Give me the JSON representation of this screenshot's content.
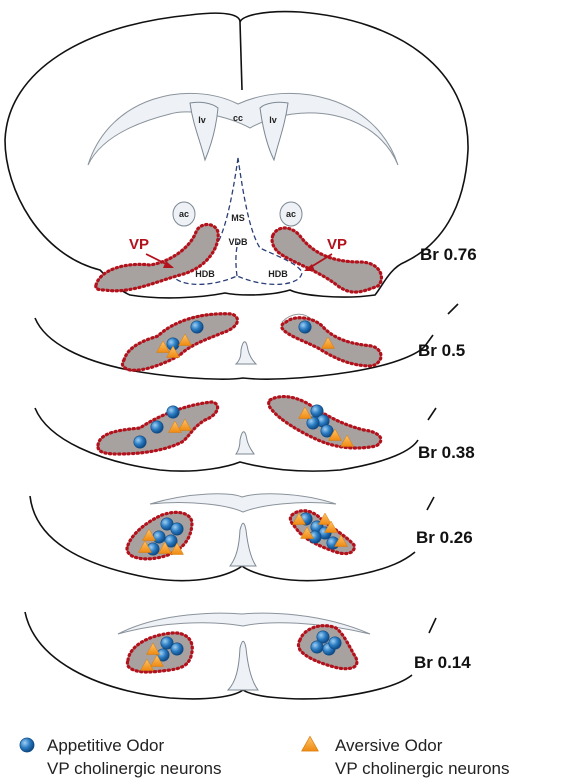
{
  "sections": [
    {
      "id": "s1",
      "label": "Br 0.76"
    },
    {
      "id": "s2",
      "label": "Br 0.5"
    },
    {
      "id": "s3",
      "label": "Br 0.38"
    },
    {
      "id": "s4",
      "label": "Br 0.26"
    },
    {
      "id": "s5",
      "label": "Br 0.14"
    }
  ],
  "labels": {
    "cc": "cc",
    "lv": "lv",
    "ac": "ac",
    "ms": "MS",
    "vdb": "VDB",
    "hdb": "HDB",
    "vp": "VP"
  },
  "legend": {
    "appetitive_line1": "Appetitive Odor",
    "appetitive_line2": "VP cholinergic neurons",
    "aversive_line1": "Aversive Odor",
    "aversive_line2": "VP cholinergic neurons"
  },
  "colors": {
    "appetitive": "#2a7bc2",
    "aversive": "#f39a22",
    "vp_border": "#b2121c",
    "vp_fill": "#a7a29f"
  },
  "markers": {
    "s2": {
      "appetitive": 3,
      "aversive": 4
    },
    "s3": {
      "appetitive": 7,
      "aversive": 5
    },
    "s4": {
      "appetitive": 10,
      "aversive": 9
    },
    "s5": {
      "appetitive": 7,
      "aversive": 3
    }
  }
}
